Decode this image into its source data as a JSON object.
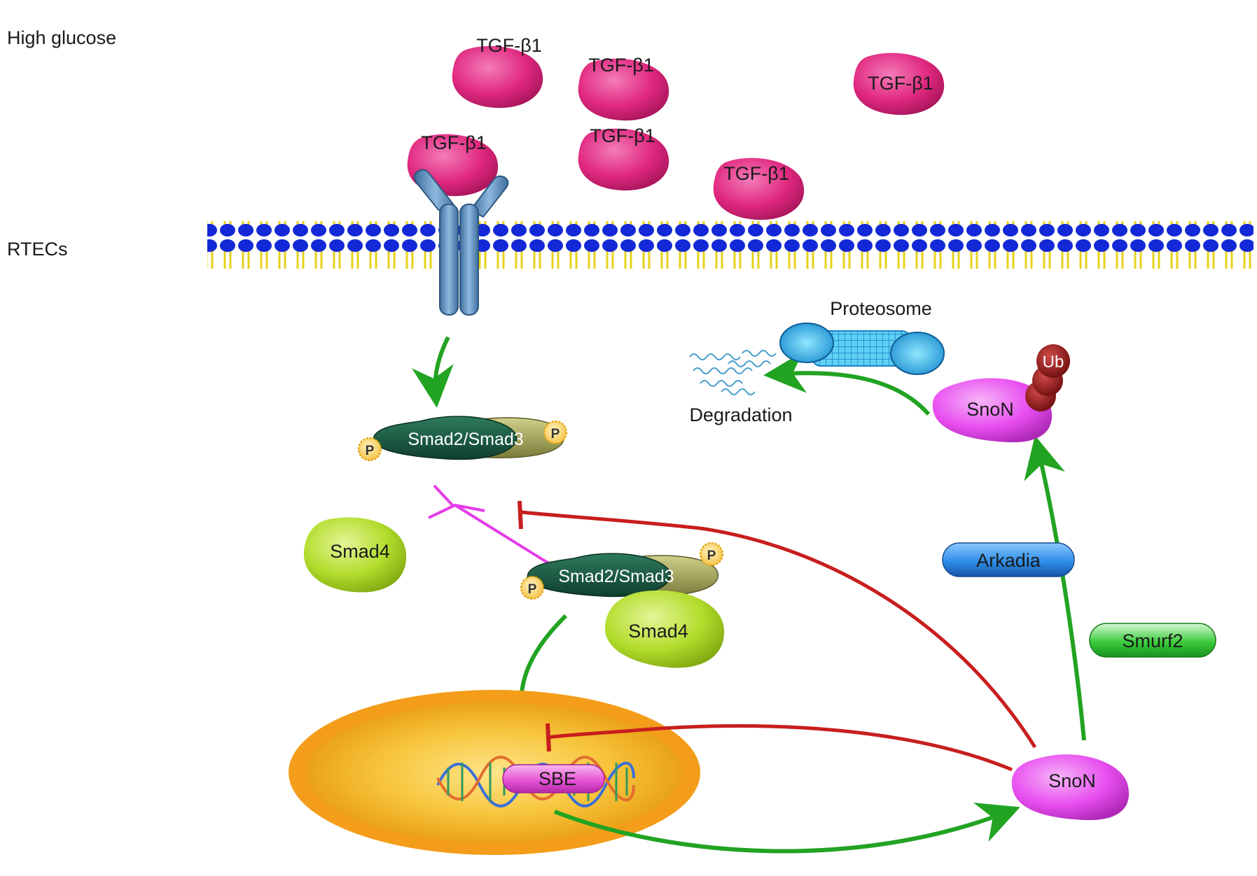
{
  "labels": {
    "high_glucose": "High glucose",
    "rtecs": "RTECs",
    "proteosome": "Proteosome",
    "degradation": "Degradation"
  },
  "molecules": {
    "tgf": "TGF-β1",
    "smad23": "Smad2/Smad3",
    "smad4": "Smad4",
    "snon": "SnoN",
    "arkadia": "Arkadia",
    "smurf2": "Smurf2",
    "sbe": "SBE",
    "ub": "Ub",
    "p": "P"
  },
  "colors": {
    "activation": "#22a322",
    "inhibition": "#c81e1e",
    "tgf": "#e0287f",
    "snon": "#e84ef0",
    "smad4": "#b2dc2c",
    "nucleus": "#f7a21b",
    "membrane_head": "#1328d6",
    "receptor": "#5c8fc0",
    "ub": "#8b1414",
    "arkadia": "#2f8ee8",
    "smurf2": "#3ccc3c"
  }
}
